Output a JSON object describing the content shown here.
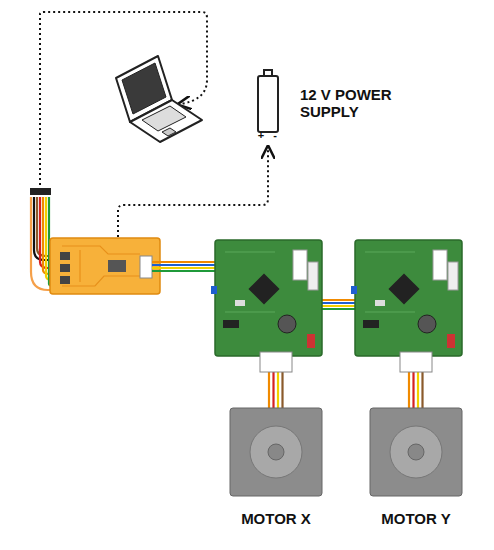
{
  "diagram": {
    "nodes": [
      {
        "text": [
          "12 V POWER SUPPLY",
          "+",
          "-"
        ]
      },
      {
        "text": [
          "MOTOR X"
        ]
      },
      {
        "text": [
          "MOTOR Y"
        ]
      }
    ]
  }
}
